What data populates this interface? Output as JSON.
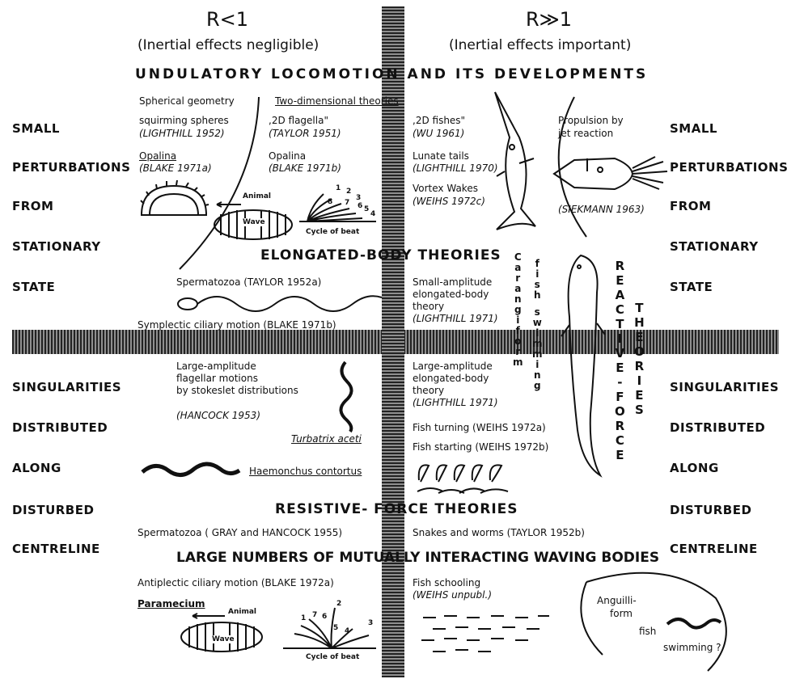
{
  "header": {
    "left_regime": "R<1",
    "left_note": "(Inertial effects negligible)",
    "right_regime": "R≫1",
    "right_note": "(Inertial effects important)"
  },
  "bands": {
    "undulatory": "UNDULATORY LOCOMOTION AND ITS DEVELOPMENTS",
    "elongated": "ELONGATED-BODY THEORIES",
    "resistive": "RESISTIVE- FORCE THEORIES",
    "interacting": "LARGE NUMBERS OF MUTUALLY INTERACTING WAVING BODIES"
  },
  "side_labels": {
    "top": [
      "SMALL",
      "PERTURBATIONS",
      "FROM",
      "STATIONARY",
      "STATE"
    ],
    "bottom": [
      "SINGULARITIES",
      "DISTRIBUTED",
      "ALONG",
      "DISTURBED",
      "CENTRELINE"
    ]
  },
  "notes": {
    "spherical": "Spherical geometry",
    "two_dim": "Two-dimensional theories",
    "squirming": "squirming spheres",
    "lighthill1952": "(LIGHTHILL 1952)",
    "flagella2d": ",2D flagella\"",
    "taylor1951": "(TAYLOR 1951)",
    "fishes2d": ",2D fishes\"",
    "wu1961": "(WU 1961)",
    "propulsion": "Propulsion by",
    "jet": "jet reaction",
    "opalina_a": "Opalina",
    "blake1971a": "(BLAKE 1971a)",
    "opalina_b": "Opalina",
    "blake1971b": "(BLAKE 1971b)",
    "lunate": "Lunate tails",
    "lighthill1970": "(LIGHTHILL 1970)",
    "vortex": "Vortex Wakes",
    "weihs1972c": "(WEIHS 1972c)",
    "siekmann": "(SIEKMANN 1963)",
    "animal_top": "Animal",
    "wave_top": "Wave",
    "cycle_top": "Cycle of beat",
    "beat_nums_top": [
      "1",
      "2",
      "3",
      "4",
      "5",
      "6",
      "7",
      "8"
    ],
    "spermatozoa_taylor": "Spermatozoa (TAYLOR 1952a)",
    "symplectic": "Symplectic ciliary motion (BLAKE 1971b)",
    "small_amp": [
      "Small-amplitude",
      "elongated-body",
      "theory",
      "(LIGHTHILL 1971)"
    ],
    "large_flag": [
      "Large-amplitude",
      "flagellar motions",
      "by stokeslet distributions"
    ],
    "hancock": "(HANCOCK 1953)",
    "large_amp": [
      "Large-amplitude",
      "elongated-body",
      "theory",
      "(LIGHTHILL 1971)"
    ],
    "fish_turning": "Fish turning (WEIHS 1972a)",
    "fish_starting": "Fish starting (WEIHS 1972b)",
    "turbatrix": "Turbatrix aceti",
    "haemonchus": "Haemonchus contortus",
    "spermatozoa_gray": "Spermatozoa ( GRAY and HANCOCK 1955)",
    "snakes": "Snakes and worms (TAYLOR 1952b)",
    "antiplectic": "Antiplectic ciliary motion (BLAKE 1972a)",
    "fish_schooling": "Fish schooling",
    "weihs_unpubl": "(WEIHS unpubl.)",
    "paramecium": "Paramecium",
    "animal_bottom": "Animal",
    "wave_bottom": "Wave",
    "cycle_bottom": "Cycle of beat",
    "beat_nums_bottom": [
      "1",
      "7",
      "6",
      "5",
      "4",
      "3",
      "2"
    ],
    "anguilli": [
      "Anguilli-",
      "form",
      "fish",
      "swimming ?"
    ]
  },
  "vertical_labels": {
    "carangiform": [
      "C",
      "a",
      "r",
      "a",
      "n",
      "g",
      "i",
      "f",
      "o",
      "r",
      "m"
    ],
    "fish_swimming": [
      "f",
      "i",
      "s",
      "h",
      "",
      "s",
      "w",
      "i",
      "m",
      "m",
      "i",
      "n",
      "g"
    ],
    "reactive_force": [
      "R",
      "E",
      "A",
      "C",
      "T",
      "I",
      "V",
      "E",
      "-",
      "F",
      "O",
      "R",
      "C",
      "E"
    ],
    "theories": [
      "T",
      "H",
      "E",
      "O",
      "R",
      "I",
      "E",
      "S"
    ]
  }
}
